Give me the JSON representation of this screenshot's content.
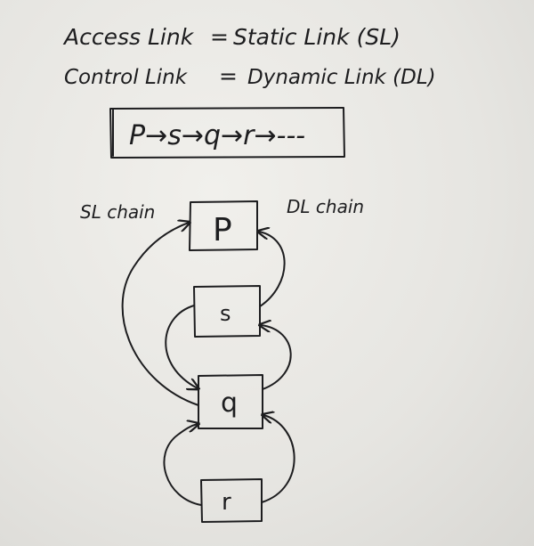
{
  "definitions": [
    {
      "left": "Access Link",
      "equals": "=",
      "right": "Static Link (SL)"
    },
    {
      "left": "Control Link",
      "equals": "=",
      "right": "Dynamic Link (DL)"
    }
  ],
  "call_sequence": "P→s→q→r→---",
  "chain_labels": {
    "static": "SL chain",
    "dynamic": "DL chain"
  },
  "nodes": [
    {
      "id": "p",
      "label": "P"
    },
    {
      "id": "s",
      "label": "s"
    },
    {
      "id": "q",
      "label": "q"
    },
    {
      "id": "r",
      "label": "r"
    }
  ],
  "links": {
    "static": [
      {
        "from": "q",
        "to": "p"
      },
      {
        "from": "s",
        "to": "q"
      },
      {
        "from": "r",
        "to": "q"
      }
    ],
    "dynamic": [
      {
        "from": "s",
        "to": "p"
      },
      {
        "from": "q",
        "to": "s"
      },
      {
        "from": "r",
        "to": "q"
      }
    ]
  },
  "colors": {
    "ink": "#1d1d1f",
    "paper": "#e9e8e4"
  }
}
